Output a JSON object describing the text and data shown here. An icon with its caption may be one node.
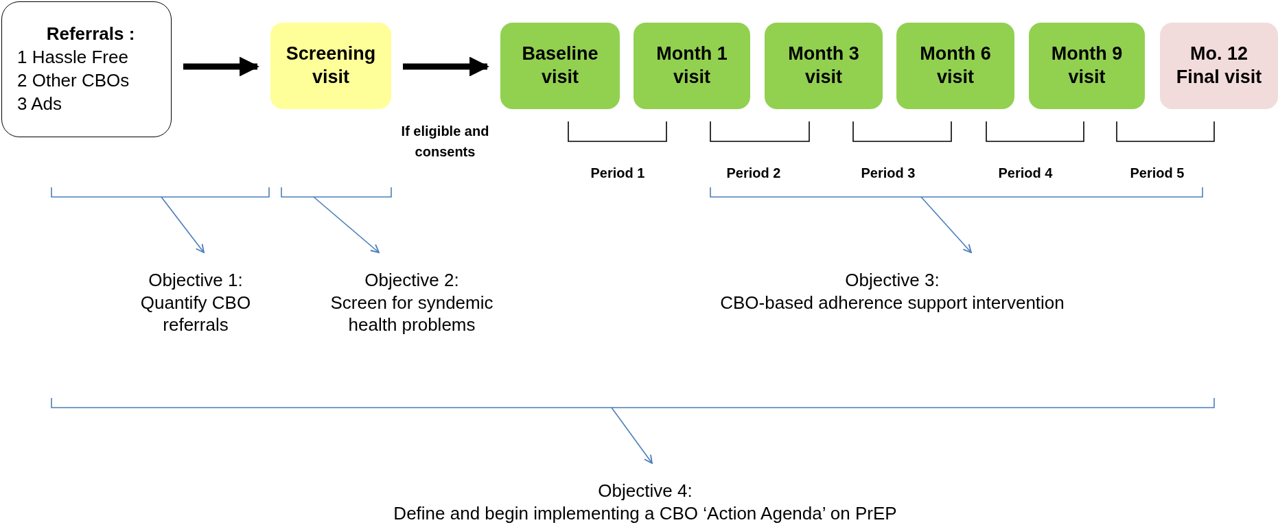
{
  "diagram": {
    "nodes": [
      {
        "text": [
          "Referrals :",
          "1 Hassle Free",
          "2 Other CBOs",
          "3 Ads"
        ]
      },
      {
        "text": [
          "Screening visit"
        ]
      },
      {
        "text": [
          "Baseline visit"
        ]
      },
      {
        "text": [
          "Month 1 visit"
        ]
      },
      {
        "text": [
          "Month 3 visit"
        ]
      },
      {
        "text": [
          "Month 6 visit"
        ]
      },
      {
        "text": [
          "Month 9 visit"
        ]
      },
      {
        "text": [
          "Mo. 12 Final visit"
        ]
      },
      {
        "text": [
          "Objective 1:",
          "Quantify CBO referrals"
        ]
      },
      {
        "text": [
          "Objective 2:",
          "Screen for syndemic health problems"
        ]
      },
      {
        "text": [
          "Objective 3:",
          "CBO-based adherence support intervention"
        ]
      },
      {
        "text": [
          "Objective 4:",
          "Define and begin implementing a CBO ‘Action Agenda’ on PrEP"
        ]
      }
    ],
    "edges": [
      {
        "from": 0,
        "to": 1,
        "arrow": "to",
        "style": "thick",
        "color": "#000000"
      },
      {
        "from": 1,
        "to": 2,
        "arrow": "to",
        "style": "thick",
        "color": "#000000",
        "label": "If eligible and consents"
      },
      {
        "from": null,
        "to": 8,
        "arrow": "to"
      },
      {
        "from": null,
        "to": 9,
        "arrow": "to"
      },
      {
        "from": null,
        "to": 10,
        "arrow": "to"
      },
      {
        "from": null,
        "to": 11,
        "arrow": "to"
      }
    ],
    "labels": [
      "Period 1",
      "Period 2",
      "Period 3",
      "Period 4",
      "Period 5"
    ]
  }
}
